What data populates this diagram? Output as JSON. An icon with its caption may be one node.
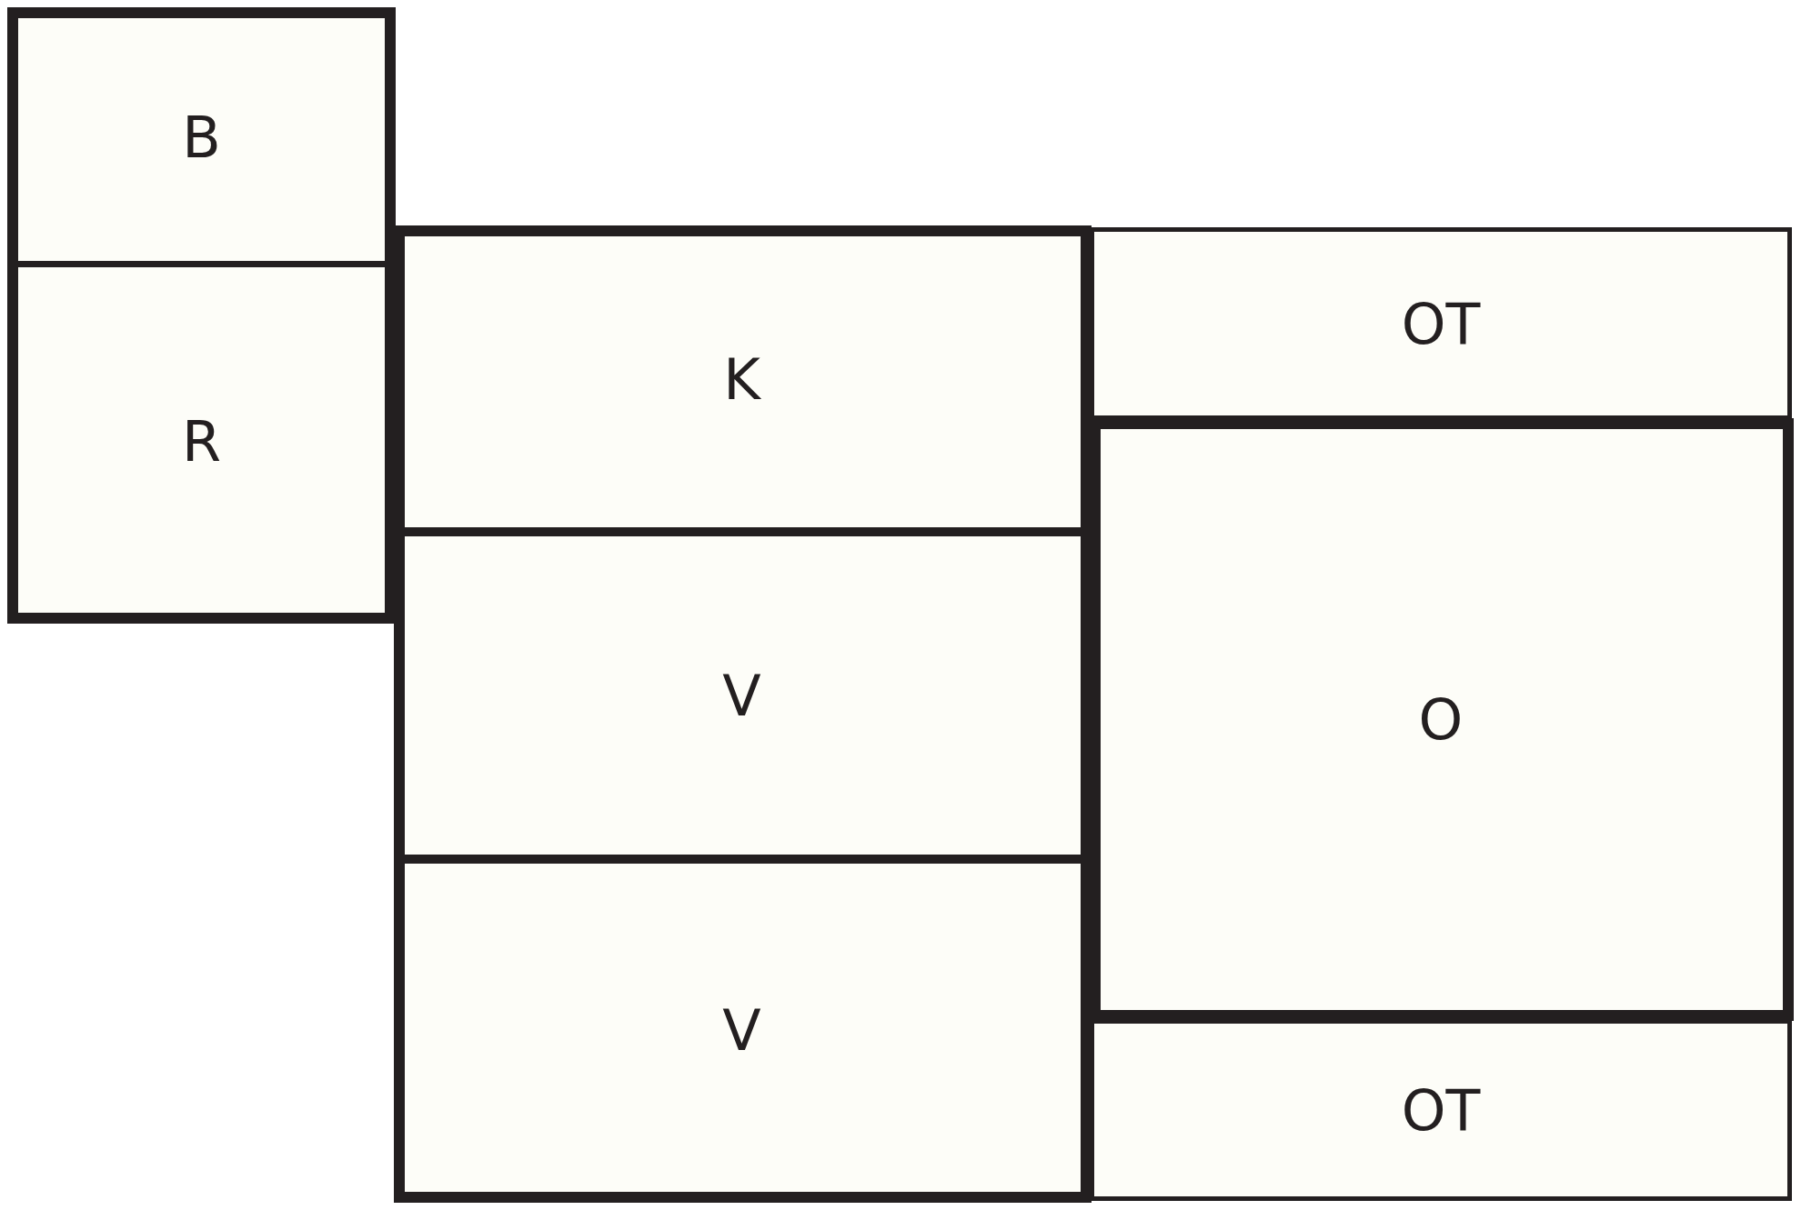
{
  "diagram": {
    "nodes": [
      {
        "text": [
          "B"
        ]
      },
      {
        "text": [
          "R"
        ]
      },
      {
        "text": [
          "K"
        ]
      },
      {
        "text": [
          "V"
        ]
      },
      {
        "text": [
          "V"
        ]
      },
      {
        "text": [
          "OT"
        ]
      },
      {
        "text": [
          "O"
        ]
      },
      {
        "text": [
          "OT"
        ]
      }
    ]
  }
}
